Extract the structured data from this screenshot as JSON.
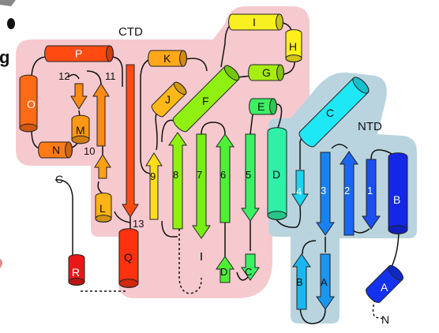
{
  "domain_labels": {
    "ctd": "CTD",
    "ntd": "NTD"
  },
  "panel_letter": "g",
  "termini": {
    "c": "C",
    "n": "N"
  },
  "colors": {
    "ctd_bg": "#f6c9cf",
    "ntd_bg": "#b9d4df",
    "connector": "#111111"
  },
  "helices": [
    {
      "id": "P",
      "label": "P",
      "color": "#ff4b12"
    },
    {
      "id": "O",
      "label": "O",
      "color": "#ff6a14"
    },
    {
      "id": "N",
      "label": "N",
      "color": "#ff7a14"
    },
    {
      "id": "M",
      "label": "M",
      "color": "#ff9816"
    },
    {
      "id": "L",
      "label": "L",
      "color": "#ffb316"
    },
    {
      "id": "K",
      "label": "K",
      "color": "#ffa81a"
    },
    {
      "id": "J",
      "label": "J",
      "color": "#ffb81a"
    },
    {
      "id": "I",
      "label": "I",
      "color": "#f8f021"
    },
    {
      "id": "H",
      "label": "H",
      "color": "#ffef1c"
    },
    {
      "id": "G",
      "label": "G",
      "color": "#a6ee12"
    },
    {
      "id": "F",
      "label": "F",
      "color": "#8ff012"
    },
    {
      "id": "E",
      "label": "E",
      "color": "#3cf064"
    },
    {
      "id": "D",
      "label": "D",
      "color": "#2ff0a6"
    },
    {
      "id": "C",
      "label": "C",
      "color": "#1ee8f6"
    },
    {
      "id": "B",
      "label": "B",
      "color": "#1426e6"
    },
    {
      "id": "A",
      "label": "A",
      "color": "#1432ee"
    },
    {
      "id": "Q",
      "label": "Q",
      "color": "#ff3210"
    },
    {
      "id": "R",
      "label": "R",
      "color": "#e81818"
    }
  ],
  "strands": [
    {
      "id": "s13",
      "label": "13",
      "color": "#ff4b12"
    },
    {
      "id": "s11",
      "label": "11",
      "color": "#ff8a14"
    },
    {
      "id": "s12",
      "label": "12",
      "color": "#ff8a14"
    },
    {
      "id": "s10",
      "label": "10",
      "color": "#ffa016"
    },
    {
      "id": "s9",
      "label": "9",
      "color": "#ffdd1a"
    },
    {
      "id": "s8",
      "label": "8",
      "color": "#8ff012"
    },
    {
      "id": "s7",
      "label": "7",
      "color": "#78ee12"
    },
    {
      "id": "s6",
      "label": "6",
      "color": "#4ef036"
    },
    {
      "id": "s5",
      "label": "5",
      "color": "#3cf064"
    },
    {
      "id": "sD",
      "label": "D",
      "color": "#4ef036"
    },
    {
      "id": "sC",
      "label": "C",
      "color": "#3cf064"
    },
    {
      "id": "s4",
      "label": "4",
      "color": "#1ad4f0"
    },
    {
      "id": "s3",
      "label": "3",
      "color": "#1a82f0"
    },
    {
      "id": "s2",
      "label": "2",
      "color": "#1a66f0"
    },
    {
      "id": "s1",
      "label": "1",
      "color": "#1a4ef0"
    },
    {
      "id": "sB",
      "label": "B",
      "color": "#1ab6f0"
    },
    {
      "id": "sA",
      "label": "A",
      "color": "#1a96f0"
    }
  ]
}
